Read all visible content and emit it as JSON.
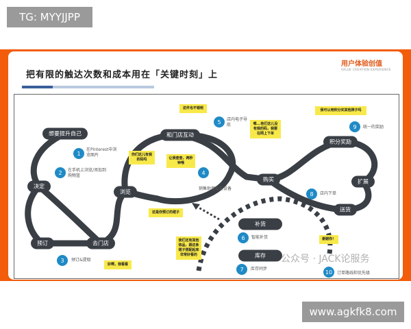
{
  "top_tag": "TG: MYYJJPP",
  "site_tag": "www.agkfk8.com",
  "slide": {
    "title": "把有限的触达次数和成本用在「关键时刻」上",
    "logo": "用户体验创值",
    "logo_sub": "VALUE CREATION EXPERIENCE",
    "stages": [
      "想要提升自己",
      "和门店互动",
      "积分奖励",
      "决定",
      "浏览",
      "购买",
      "扩展",
      "送货",
      "预订",
      "去门店",
      "补货",
      "库存"
    ],
    "steps": [
      {
        "n": "1",
        "text": "在Pinterest中浏览图片"
      },
      {
        "n": "2",
        "text": "在手机上浏览/添加到购物篮"
      },
      {
        "n": "3",
        "text": "预订&提取"
      },
      {
        "n": "4",
        "text": "销售助理智能设备"
      },
      {
        "n": "5",
        "text": "店内电子导航"
      },
      {
        "n": "6",
        "text": "智能补货"
      },
      {
        "n": "7",
        "text": "库存同步"
      },
      {
        "n": "8",
        "text": "店内下单"
      },
      {
        "n": "9",
        "text": "统一的奖励"
      },
      {
        "n": "10",
        "text": "订单路线和优先级"
      }
    ],
    "bubbles": [
      "这件也不错呢",
      "我可以用积分买其他牌子吗",
      "嗯...他们这儿没有我的码，我要在网上下单",
      "你们这儿有我的码吗",
      "让我查查，两秒钟哦",
      "这是你预订的裙子",
      "我们还有其他饰品，跟这条裙子搭配起来非常好看的",
      "好啊，我看看",
      "谢谢你！"
    ],
    "watermark": "公众号 · JACK论服务"
  },
  "colors": {
    "banner": "#f25c0a",
    "road": "#3a3f46",
    "step": "#1f8ac6",
    "bubble": "#f8e94a"
  }
}
